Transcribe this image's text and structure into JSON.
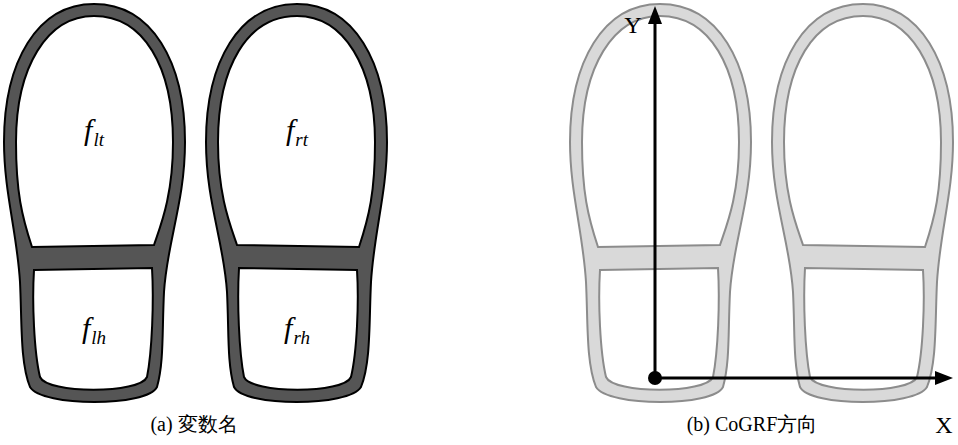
{
  "diagram": {
    "nodes": [
      {
        "text": [
          "f",
          "lt"
        ]
      },
      {
        "text": [
          "f",
          "rt"
        ]
      },
      {
        "text": [
          "f",
          "lh"
        ]
      },
      {
        "text": [
          "f",
          "rh"
        ]
      }
    ],
    "labels": [
      "Y",
      "X",
      "(a) 変数名",
      "(b) CoGRF方向"
    ]
  }
}
